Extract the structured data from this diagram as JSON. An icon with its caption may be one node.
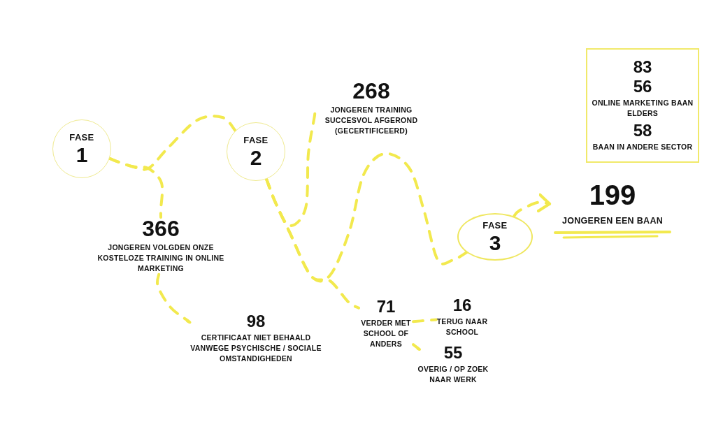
{
  "diagram": {
    "nodes": [
      {
        "text": [
          "FASE",
          "1"
        ]
      },
      {
        "text": [
          "FASE",
          "2"
        ]
      },
      {
        "text": [
          "268",
          "JONGEREN TRAINING SUCCESVOL AFGEROND (GECERTIFICEERD)"
        ]
      },
      {
        "text": [],
        "shape": "box"
      },
      {
        "text": [
          "83"
        ],
        "in": 3
      },
      {
        "text": [
          "56",
          "ONLINE MARKETING BAAN ELDERS"
        ],
        "in": 3
      },
      {
        "text": [
          "58",
          "BAAN IN ANDERE SECTOR"
        ],
        "in": 3
      },
      {
        "text": [
          "366",
          "JONGEREN VOLGDEN ONZE KOSTELOZE TRAINING IN ONLINE MARKETING"
        ]
      },
      {
        "text": [
          "FASE",
          "3"
        ]
      },
      {
        "text": [
          "199",
          "JONGEREN EEN BAAN"
        ]
      },
      {
        "text": [
          "98",
          "CERTIFICAAT NIET BEHAALD VANWEGE PSYCHISCHE / SOCIALE OMSTANDIGHEDEN"
        ]
      },
      {
        "text": [
          "71",
          "VERDER MET SCHOOL OF ANDERS"
        ]
      },
      {
        "text": [
          "16",
          "TERUG NAAR SCHOOL"
        ]
      },
      {
        "text": [
          "55",
          "OVERIG / OP ZOEK NAAR WERK"
        ]
      }
    ],
    "edges": [
      {
        "from": 0,
        "to": 1,
        "arrow": "none"
      },
      {
        "from": 0,
        "to": 7,
        "arrow": "none"
      },
      {
        "from": 1,
        "to": 2,
        "arrow": "none"
      },
      {
        "from": 1,
        "to": 8,
        "arrow": "none"
      },
      {
        "from": 1,
        "to": 11,
        "arrow": "none"
      },
      {
        "from": 7,
        "to": 10,
        "arrow": "none"
      },
      {
        "from": 11,
        "to": 12,
        "arrow": "none"
      },
      {
        "from": 11,
        "to": 13,
        "arrow": "none"
      },
      {
        "from": 8,
        "to": 9,
        "arrow": "to"
      }
    ]
  }
}
